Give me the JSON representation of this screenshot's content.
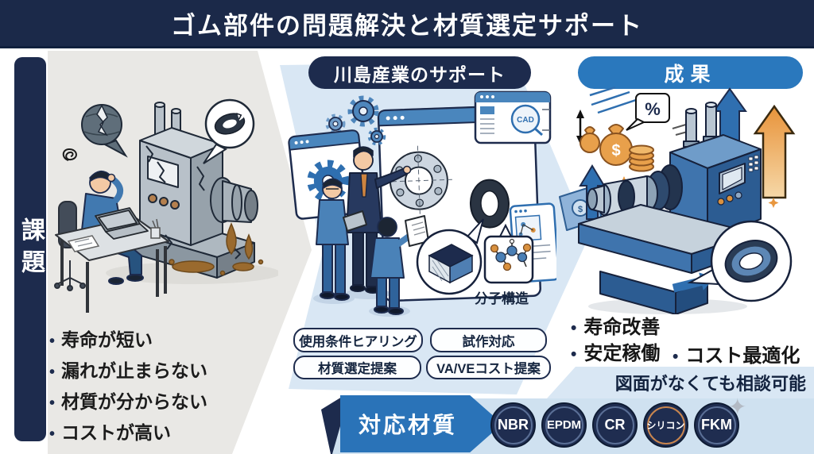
{
  "header": {
    "title": "ゴム部件の問題解決と材質選定サポート"
  },
  "problem_section": {
    "label": "課題",
    "bullets": [
      "寿命が短い",
      "漏れが止まらない",
      "材質が分からない",
      "コストが高い"
    ]
  },
  "support_section": {
    "label": "川島産業のサポート",
    "cad_badge": "CAD",
    "molecule_caption": "分子構造",
    "service_buttons": [
      "使用条件ヒアリング",
      "試作対応",
      "材質選定提案",
      "VA/VEコスト提案"
    ]
  },
  "result_section": {
    "label": "成果",
    "bullets": [
      "寿命改善",
      "安定稼働",
      "コスト最適化"
    ],
    "note": "図面がなくても相談可能",
    "percent_symbol": "%",
    "dollar_symbol": "$"
  },
  "materials_bar": {
    "label": "対応材質",
    "badges": [
      "NBR",
      "EPDM",
      "CR",
      "シリコン",
      "FKM"
    ]
  },
  "icons": {
    "sparkle": "✦"
  },
  "colors": {
    "navy": "#1d2b4d",
    "accent_blue": "#2a73b8",
    "support_bg": "#d9e7f4",
    "problem_bg": "#e9e8e5",
    "materials_band": "#cfe1f0",
    "orange": "#e09a3f",
    "silicone_ring": "#c8854e"
  }
}
